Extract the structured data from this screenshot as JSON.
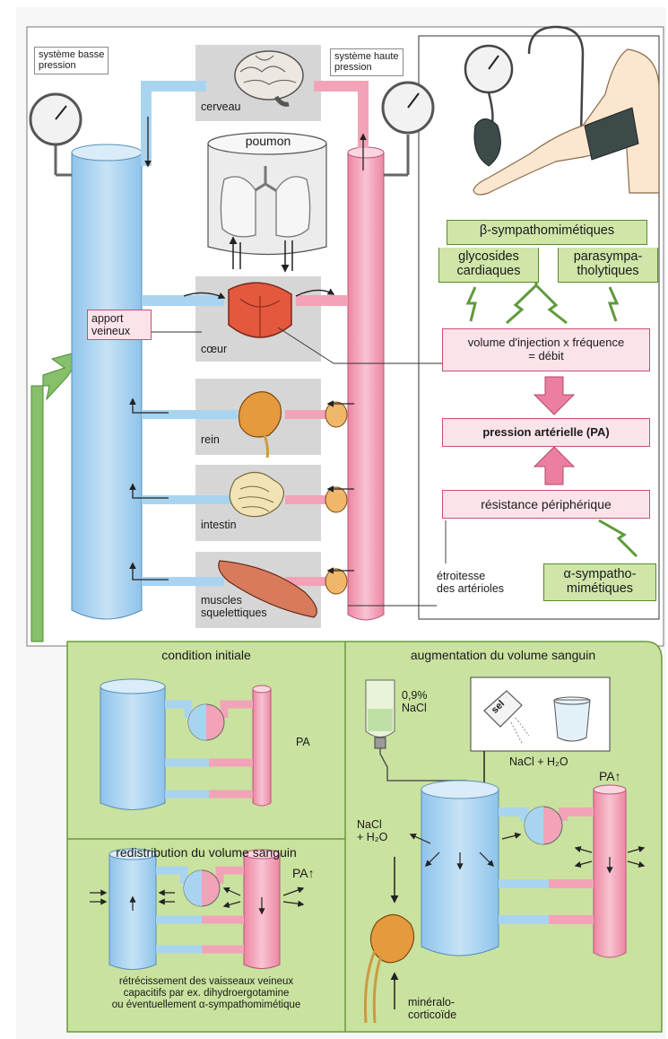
{
  "colors": {
    "venous": "#a9d4f0",
    "arterial": "#f2a3b8",
    "green": "#cfe6a8",
    "green_dark": "#5f9b3a",
    "organ_bg": "#d8d8d8",
    "kidney": "#e69a3e"
  },
  "top_left": {
    "low_pressure": "système basse\npression",
    "high_pressure": "système haute\npression",
    "brain": "cerveau",
    "lung": "poumon",
    "heart": "cœur",
    "kidney": "rein",
    "intestine": "intestin",
    "muscles": "muscles\nsquelettiques",
    "venous_return": "apport\nveineux"
  },
  "top_right": {
    "beta": "β-sympathomimétiques",
    "glycosides": "glycosides\ncardiaques",
    "parasympatholytics": "parasympa-\ntholytiques",
    "output_box": "volume d'injection x fréquence\n= débit",
    "pressure_box": "pression artérielle (PA)",
    "resistance_box": "résistance périphérique",
    "arterioles": "étroitesse\ndes artérioles",
    "alpha": "α-sympatho-\nmimétiques"
  },
  "bottom": {
    "initial_title": "condition initiale",
    "pa": "PA",
    "redistribution_title": "redistribution du volume sanguin",
    "pa_up": "PA↑",
    "redistribution_note": "rétrécissement des vaisseaux veineux\ncapacitifs par ex. dihydroergotamine\nou éventuellement α-sympathomimétique",
    "increase_title": "augmentation du volume sanguin",
    "nacl_drip": "0,9%\nNaCl",
    "salt": "sel",
    "nacl_h2o": "NaCl + H₂O",
    "nacl_h2o_left": "NaCl\n+ H₂O",
    "pa_up_right": "PA↑",
    "mineralo": "minéralo-\ncorticoïde"
  }
}
